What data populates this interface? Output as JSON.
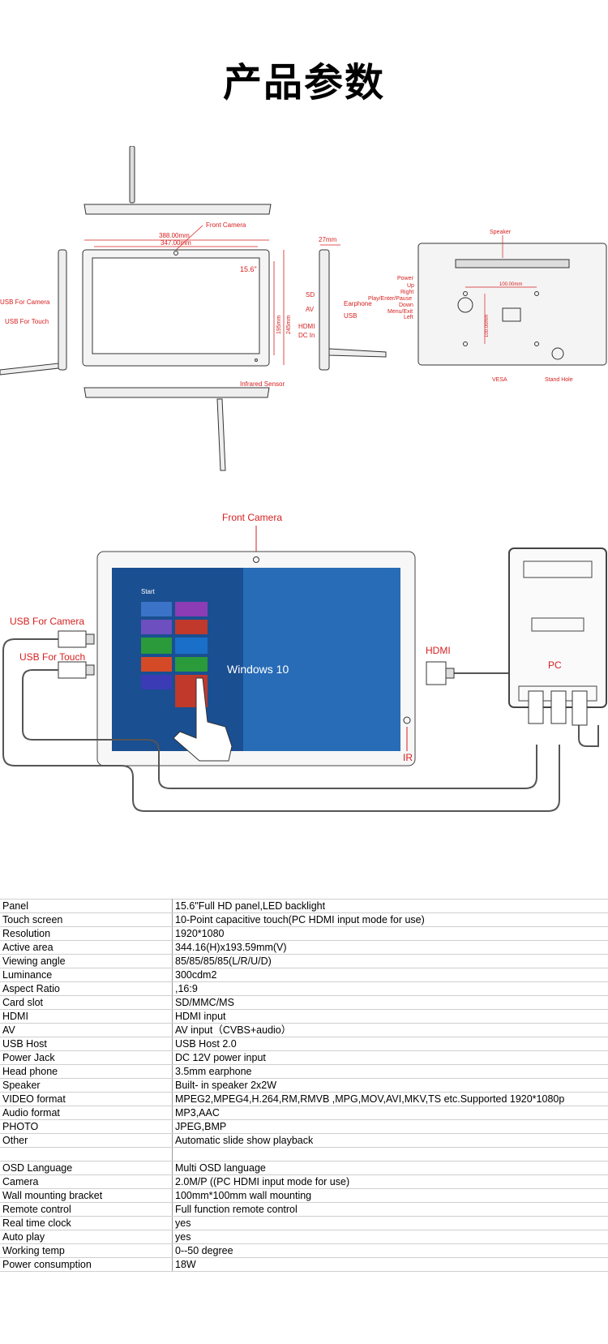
{
  "page_title": "产品参数",
  "dimension_drawing": {
    "front_camera": "Front Camera",
    "width_outer": "388.00mm",
    "width_inner": "347.00mm",
    "screen_size": "15.6\"",
    "height_inner": "195mm",
    "height_outer": "245mm",
    "infrared_sensor": "Infrared Sensor",
    "usb_for_camera": "USB For Camera",
    "usb_for_touch": "USB For Touch",
    "depth": "27mm",
    "sd": "SD",
    "av": "AV",
    "earphone": "Earphone",
    "usb": "USB",
    "hdmi": "HDMI",
    "dc_in": "DC In",
    "speaker": "Speaker",
    "power": "Power",
    "up": "Up",
    "right": "Right",
    "play_enter_pause": "Play/Enter/Pause",
    "down": "Down",
    "menu_exit": "Menu/Exit",
    "left": "Left",
    "vesa_width": "100.00mm",
    "vesa_height": "100.00mm",
    "vesa": "VESA",
    "stand_hole": "Stand Hole"
  },
  "connection_diagram": {
    "front_camera": "Front Camera",
    "usb_for_camera": "USB For Camera",
    "usb_for_touch": "USB For Touch",
    "hdmi": "HDMI",
    "pc": "PC",
    "ir": "IR",
    "start": "Start",
    "windows": "Windows 10"
  },
  "specs": [
    {
      "key": "Panel",
      "value": "15.6\"Full HD panel,LED backlight"
    },
    {
      "key": "Touch screen",
      "value": "10-Point capacitive touch(PC HDMI input mode for use)"
    },
    {
      "key": "Resolution",
      "value": "1920*1080"
    },
    {
      "key": "Active area",
      "value": "344.16(H)x193.59mm(V)"
    },
    {
      "key": "Viewing angle",
      "value": "85/85/85/85(L/R/U/D)"
    },
    {
      "key": "Luminance",
      "value": "300cdm2"
    },
    {
      "key": "Aspect Ratio",
      "value": ",16:9"
    },
    {
      "key": "Card slot",
      "value": "SD/MMC/MS"
    },
    {
      "key": "HDMI",
      "value": "HDMI input"
    },
    {
      "key": "AV",
      "value": "AV input（CVBS+audio）"
    },
    {
      "key": "USB Host",
      "value": "USB Host 2.0"
    },
    {
      "key": "Power Jack",
      "value": "DC 12V power input"
    },
    {
      "key": "Head phone",
      "value": "3.5mm earphone"
    },
    {
      "key": "Speaker",
      "value": "Built- in speaker  2x2W"
    },
    {
      "key": "VIDEO format",
      "value": "MPEG2,MPEG4,H.264,RM,RMVB ,MPG,MOV,AVI,MKV,TS etc.Supported 1920*1080p"
    },
    {
      "key": "Audio format",
      "value": "MP3,AAC"
    },
    {
      "key": "PHOTO",
      "value": "JPEG,BMP"
    },
    {
      "key": "Other",
      "value": "Automatic slide show playback"
    },
    {
      "key": "",
      "value": ""
    },
    {
      "key": "OSD Language",
      "value": "Multi OSD language"
    },
    {
      "key": "Camera",
      "value": "2.0M/P ((PC HDMI input mode for use)"
    },
    {
      "key": "Wall mounting bracket",
      "value": "100mm*100mm wall mounting"
    },
    {
      "key": "Remote control",
      "value": "Full function remote control"
    },
    {
      "key": "Real time clock",
      "value": "yes"
    },
    {
      "key": "Auto play",
      "value": "yes"
    },
    {
      "key": "Working temp",
      "value": "0--50 degree"
    },
    {
      "key": "Power consumption",
      "value": "18W"
    }
  ]
}
